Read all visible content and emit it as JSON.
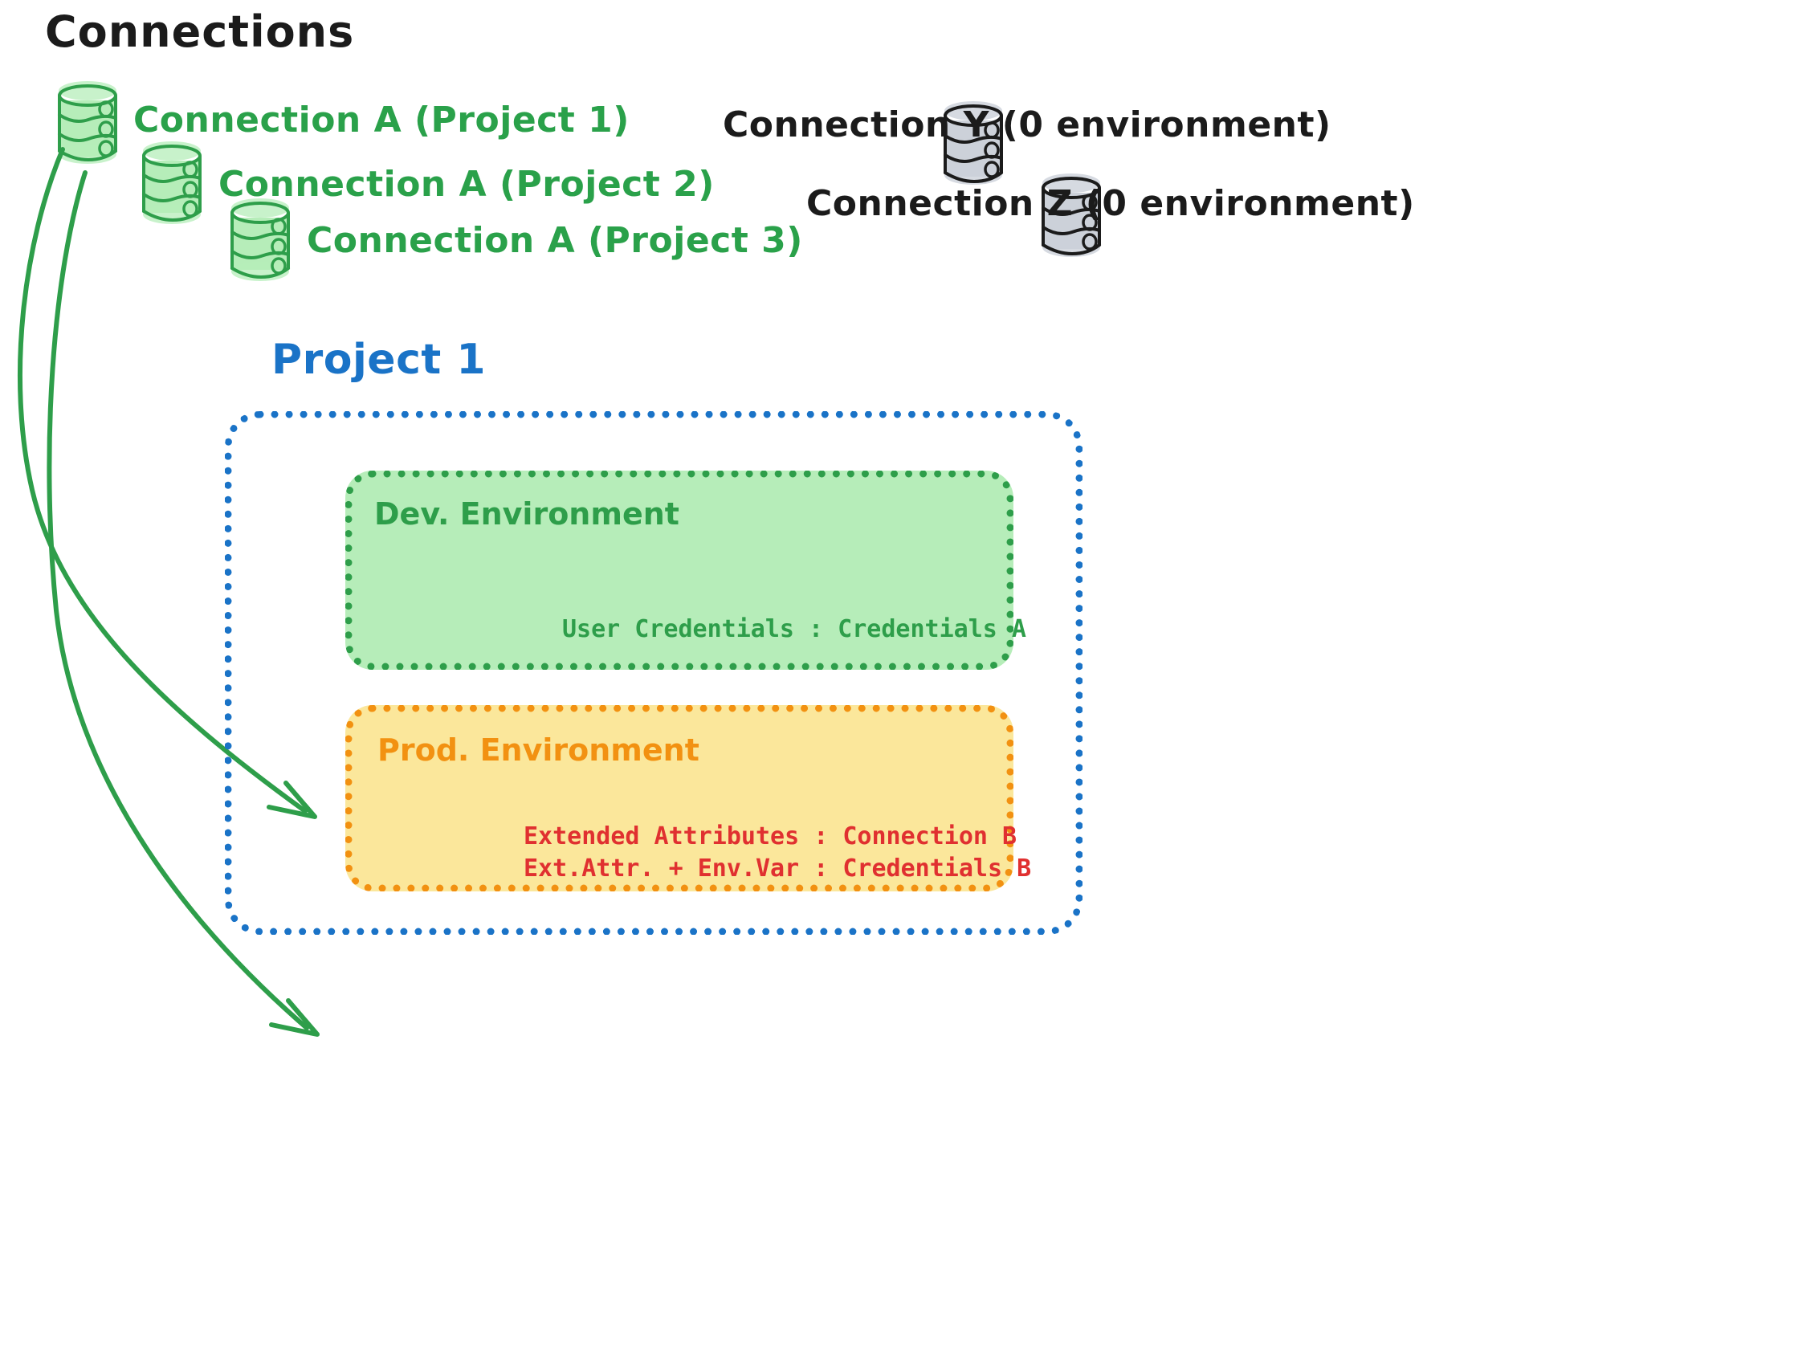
{
  "diagram": {
    "title": "Connections",
    "connections": [
      {
        "label": "Connection A (Project 1)",
        "color": "#2aa14a",
        "icon": "database-icon",
        "state": "assigned"
      },
      {
        "label": "Connection A (Project 2)",
        "color": "#2aa14a",
        "icon": "database-icon",
        "state": "assigned"
      },
      {
        "label": "Connection A (Project 3)",
        "color": "#2aa14a",
        "icon": "database-icon",
        "state": "assigned"
      },
      {
        "label": "Connection Y (0 environment)",
        "color": "#1b1b1b",
        "icon": "database-icon",
        "state": "unassigned"
      },
      {
        "label": "Connection Z (0 environment)",
        "color": "#1b1b1b",
        "icon": "database-icon",
        "state": "unassigned"
      }
    ],
    "project": {
      "label": "Project 1",
      "color": "#1a73c7",
      "environments": [
        {
          "name": "Dev. Environment",
          "accent": "#2e9e4a",
          "fill": "#b6edb9",
          "details": [
            {
              "key": "User Credentials",
              "value": "Credentials A",
              "text": "User Credentials : Credentials A",
              "color": "#2e9e4a"
            }
          ]
        },
        {
          "name": "Prod. Environment",
          "accent": "#f29111",
          "fill": "#fbe79b",
          "details": [
            {
              "key": "Extended Attributes",
              "value": "Connection B",
              "text": "Extended Attributes : Connection B",
              "color": "#e03030"
            },
            {
              "key": "Ext.Attr. + Env.Var",
              "value": "Credentials B",
              "text": "Ext.Attr. + Env.Var : Credentials B",
              "color": "#e03030"
            }
          ]
        }
      ]
    },
    "arrows": [
      {
        "from": "Connection A (Project 1)",
        "to": "Dev. Environment",
        "color": "#2e9e4a"
      },
      {
        "from": "Connection A (Project 1)",
        "to": "Prod. Environment",
        "color": "#2e9e4a"
      }
    ],
    "colors": {
      "green_stroke": "#2e9e4a",
      "green_fill": "#b6edb9",
      "gray_stroke": "#1b1b1b",
      "gray_fill": "#ccd1d9",
      "blue": "#1a73c7",
      "orange": "#f29111",
      "yellow_fill": "#fbe79b",
      "red": "#e03030",
      "ink": "#1b1b1b"
    }
  }
}
